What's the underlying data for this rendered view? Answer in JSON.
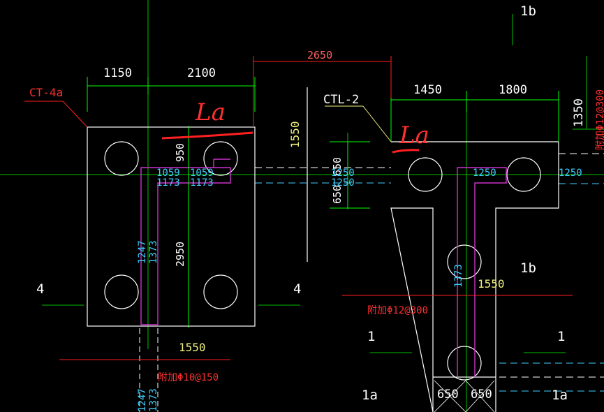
{
  "colors": {
    "background": "#000000",
    "outline": "#ffffff",
    "dimension": "#00ff00",
    "rebar": "#cc33cc",
    "annotation": "#ff2020",
    "anchor_text": "#40d0ff",
    "yellow_text": "#f0f080"
  },
  "labels": {
    "ct4a": "CT-4a",
    "ctl2": "CTL-2",
    "la_left": "La",
    "la_right": "La",
    "add_bar_left": "附加Φ10@150",
    "add_bar_right": "附加Φ12@300"
  },
  "grid": {
    "g1b_top": "1b",
    "g1b_mid": "1b",
    "g4_left": "4",
    "g4_right": "4",
    "g1_left": "1",
    "g1_right": "1",
    "g1a_left": "1a",
    "g1a_right": "1a"
  },
  "dims": {
    "d1150": "1150",
    "d2100": "2100",
    "d2650": "2650",
    "d1450": "1450",
    "d1800": "1800",
    "d1350": "1350",
    "d1550_v": "1550",
    "d950": "950",
    "d2950": "2950",
    "d650_v1": "650",
    "d650_v2": "650",
    "d1550_bl": "1550",
    "d1550_br": "1550",
    "d650_b1": "650",
    "d650_b2": "650",
    "right_edge_text": "附加Φ12@300"
  },
  "anchors": {
    "a1059_l": "1059",
    "a1173_l": "1173",
    "a1059_r": "1059",
    "a1173_r": "1173",
    "a1247": "1247",
    "a1373": "1373",
    "a1250_a": "1250",
    "a1250_b": "1250",
    "a1250_c": "1250",
    "a1250_d": "1250",
    "a1373_t": "1373",
    "a1247_bot": "1247",
    "a1373_bot": "1373"
  }
}
